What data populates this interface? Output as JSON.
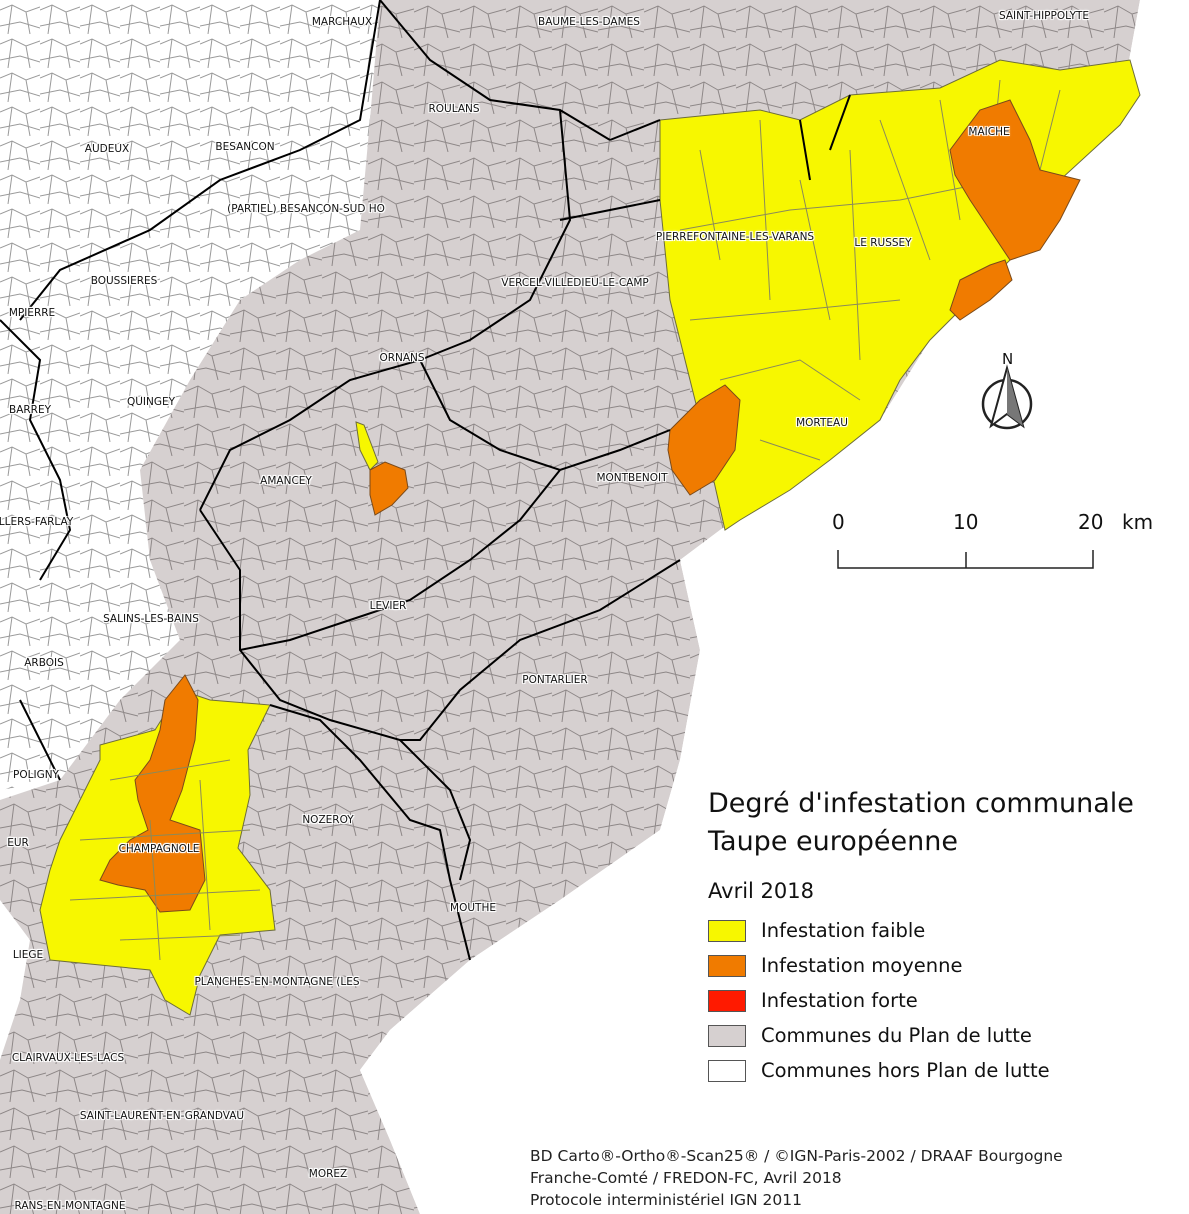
{
  "map": {
    "colors": {
      "faible": "#f7f700",
      "moyenne": "#f07b00",
      "forte": "#ff1a00",
      "plan": "#d6d0d0",
      "hors_plan": "#ffffff",
      "commune_border": "#8a8a8a",
      "canton_border": "#000000"
    },
    "labels": [
      "MARCHAUX",
      "BAUME-LES-DAMES",
      "SAINT-HIPPOLYTE",
      "ROULANS",
      "AUDEUX",
      "BESANCON",
      "MAICHE",
      "(PARTIEL) BESANCON-SUD HO",
      "PIERREFONTAINE-LES-VARANS",
      "LE RUSSEY",
      "BOUSSIERES",
      "VERCEL-VILLEDIEU-LE-CAMP",
      "MPIERRE",
      "ORNANS",
      "BARREY",
      "QUINGEY",
      "MORTEAU",
      "AMANCEY",
      "MONTBENOIT",
      "LLERS-FARLAY",
      "LEVIER",
      "SALINS-LES-BAINS",
      "ARBOIS",
      "PONTARLIER",
      "POLIGNY",
      "NOZEROY",
      "EUR",
      "CHAMPAGNOLE",
      "MOUTHE",
      "LIEGE",
      "PLANCHES-EN-MONTAGNE (LES",
      "CLAIRVAUX-LES-LACS",
      "SAINT-LAURENT-EN-GRANDVAU",
      "MOREZ",
      "RANS-EN-MONTAGNE"
    ]
  },
  "north": {
    "letter": "N",
    "icon": "north-arrow-icon"
  },
  "scale": {
    "ticks": [
      "0",
      "10",
      "20"
    ],
    "unit": "km"
  },
  "legend": {
    "title_line1": "Degré d'infestation communale",
    "title_line2": "Taupe européenne",
    "date": "Avril 2018",
    "items": [
      {
        "label": "Infestation faible",
        "color": "#f7f700"
      },
      {
        "label": "Infestation moyenne",
        "color": "#f07b00"
      },
      {
        "label": "Infestation forte",
        "color": "#ff1a00"
      },
      {
        "label": "Communes du Plan de lutte",
        "color": "#d6d0d0"
      },
      {
        "label": "Communes hors Plan de lutte",
        "color": "#ffffff"
      }
    ]
  },
  "credits": {
    "line1": "BD Carto®-Ortho®-Scan25® / ©IGN-Paris-2002 / DRAAF Bourgogne",
    "line2": "Franche-Comté / FREDON-FC, Avril 2018",
    "line3": "Protocole interministériel IGN 2011"
  }
}
